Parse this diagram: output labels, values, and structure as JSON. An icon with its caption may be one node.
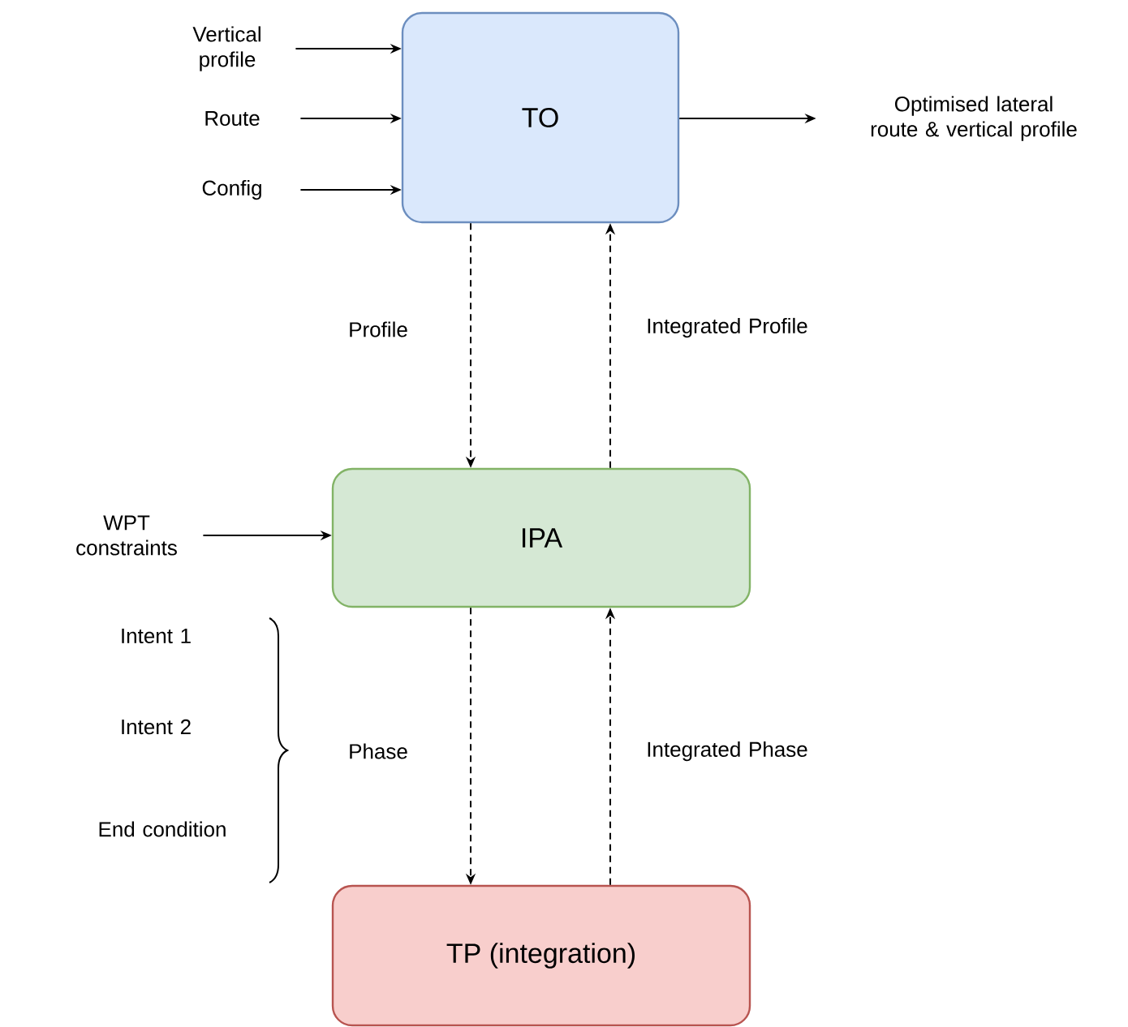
{
  "diagram": {
    "nodes": [
      {
        "text": [
          "TO"
        ]
      },
      {
        "text": [
          "IPA"
        ]
      },
      {
        "text": [
          "TP (integration)"
        ]
      },
      {
        "text": [
          "Vertical profile"
        ]
      },
      {
        "text": [
          "Route"
        ]
      },
      {
        "text": [
          "Config"
        ]
      },
      {
        "text": [
          "Optimised lateral route & vertical profile"
        ]
      },
      {
        "text": [
          "WPT constraints"
        ]
      }
    ],
    "edges": [
      {
        "from": 3,
        "to": 0,
        "arrow": "to"
      },
      {
        "from": 4,
        "to": 0,
        "arrow": "to"
      },
      {
        "from": 5,
        "to": 0,
        "arrow": "to"
      },
      {
        "from": 0,
        "to": 6,
        "arrow": "to"
      },
      {
        "from": 0,
        "to": 1,
        "arrow": "to",
        "style": "dashed",
        "label": "Profile"
      },
      {
        "from": 1,
        "to": 0,
        "arrow": "to",
        "style": "dashed",
        "label": "Integrated Profile"
      },
      {
        "from": 7,
        "to": 1,
        "arrow": "to"
      },
      {
        "from": 1,
        "to": 2,
        "arrow": "to",
        "style": "dashed",
        "label": "Phase"
      },
      {
        "from": 2,
        "to": 1,
        "arrow": "to",
        "style": "dashed",
        "label": "Integrated Phase"
      }
    ],
    "labels": [
      "Intent 1",
      "Intent 2",
      "End condition"
    ]
  }
}
